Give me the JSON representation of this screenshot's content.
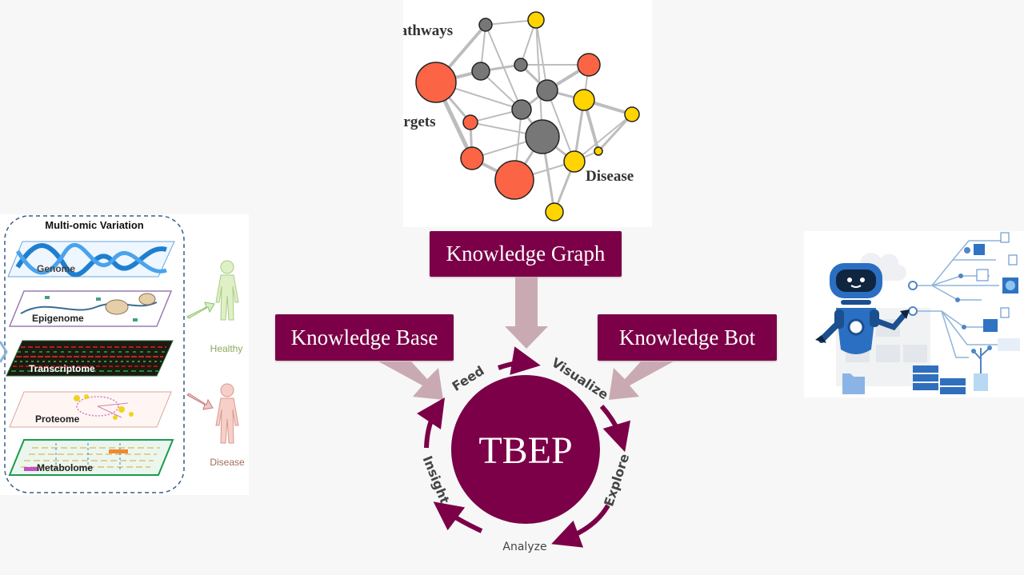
{
  "graph": {
    "labels": {
      "pathways": "Pathways",
      "targets": "Targets",
      "disease": "Disease"
    }
  },
  "boxes": {
    "knowledge_graph": "Knowledge Graph",
    "knowledge_base": "Knowledge Base",
    "knowledge_bot": "Knowledge Bot"
  },
  "center": {
    "title": "TBEP"
  },
  "cycle": {
    "feed": "Feed",
    "visualize": "Visualize",
    "explore": "Explore",
    "analyze": "Analyze",
    "insight": "Insight"
  },
  "omics": {
    "title": "Multi-omic Variation",
    "layers": [
      "Genome",
      "Epigenome",
      "Transcriptome",
      "Proteome",
      "Metabolome"
    ],
    "healthy": "Healthy",
    "disease": "Disease"
  },
  "colors": {
    "brand": "#7b0047",
    "arrow": "#c9aab3",
    "node_gray": "#777777",
    "node_red": "#fb6445",
    "node_yellow": "#ffd400"
  }
}
